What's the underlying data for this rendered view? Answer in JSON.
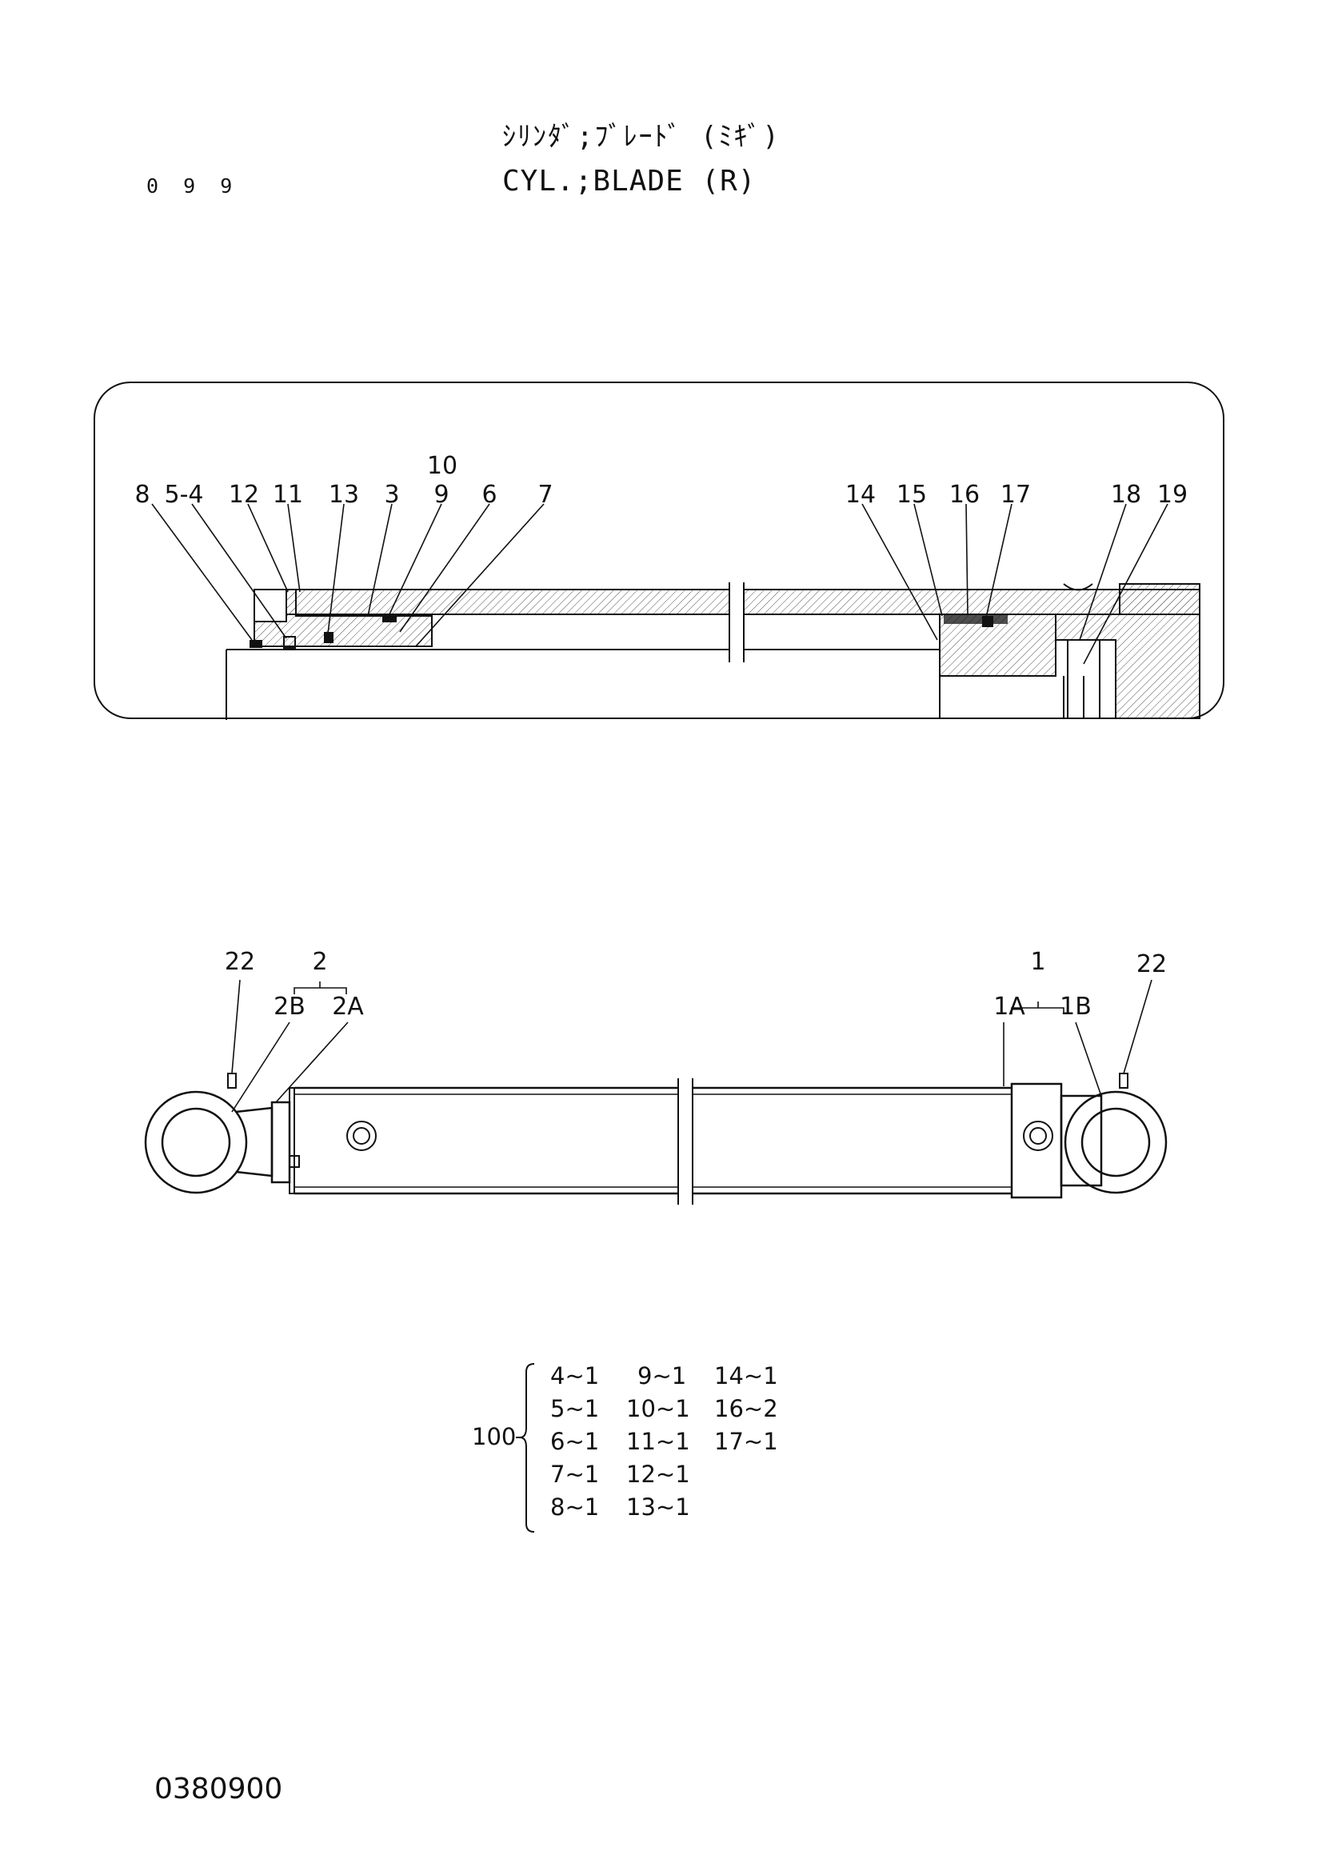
{
  "header": {
    "page_number": "0 9 9",
    "title_jp": "ｼﾘﾝﾀﾞ;ﾌﾞﾚｰﾄﾞ (ﾐｷﾞ)",
    "title_en": "CYL.;BLADE (R)"
  },
  "section_view": {
    "callouts": [
      "10",
      "8",
      "5-4",
      "12",
      "11",
      "13",
      "3",
      "9",
      "6",
      "7",
      "14",
      "15",
      "16",
      "17",
      "18",
      "19"
    ]
  },
  "assembly_view": {
    "callouts": [
      "22",
      "2",
      "2B",
      "2A",
      "1",
      "1A",
      "1B",
      "22"
    ]
  },
  "kit_table": {
    "label": "100",
    "columns": [
      [
        "4~1",
        "5~1",
        "6~1",
        "7~1",
        "8~1"
      ],
      [
        "9~1",
        "10~1",
        "11~1",
        "12~1",
        "13~1"
      ],
      [
        "14~1",
        "16~2",
        "17~1"
      ]
    ]
  },
  "footer": {
    "document_number": "0380900"
  }
}
